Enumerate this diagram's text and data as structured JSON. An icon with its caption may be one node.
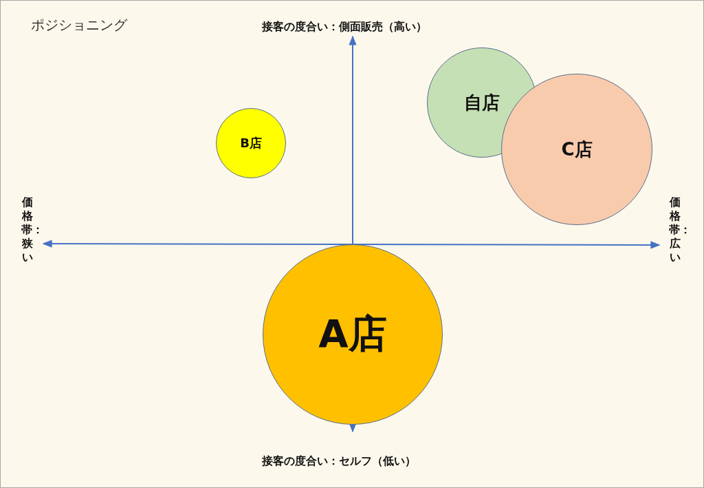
{
  "diagram": {
    "title": "ポジショニング",
    "nodes": [
      {
        "text": [
          "自店"
        ]
      },
      {
        "text": [
          "B店"
        ]
      },
      {
        "text": [
          "C店"
        ]
      },
      {
        "text": [
          "A店"
        ]
      }
    ],
    "labels": [
      "接客の度合い：側面販売（高い）",
      "価格帯：狭い",
      "価格帯：広い",
      "接客の度合い：セルフ（低い）"
    ]
  }
}
